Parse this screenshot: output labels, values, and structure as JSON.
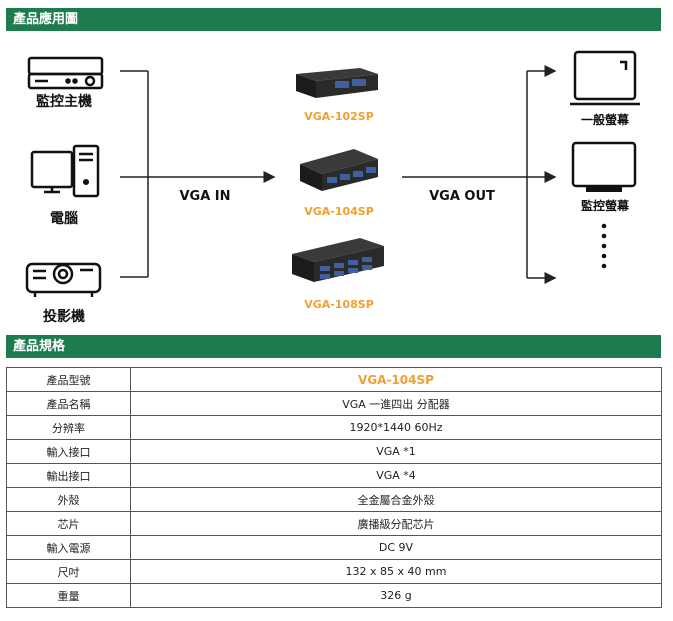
{
  "sections": {
    "application_title": "產品應用圖",
    "spec_title": "產品規格"
  },
  "sources": [
    "監控主機",
    "電腦",
    "投影機"
  ],
  "input_label": "VGA IN",
  "output_label": "VGA OUT",
  "models": [
    "VGA-102SP",
    "VGA-104SP",
    "VGA-108SP"
  ],
  "outputs": [
    "一般螢幕",
    "監控螢幕"
  ],
  "colors": {
    "header_bg": "#1e7a4f",
    "accent": "#f0a030"
  },
  "specs": [
    {
      "key": "產品型號",
      "value": "VGA-104SP"
    },
    {
      "key": "產品名稱",
      "value": "VGA 一進四出 分配器"
    },
    {
      "key": "分辨率",
      "value": "1920*1440 60Hz"
    },
    {
      "key": "輸入接口",
      "value": "VGA *1"
    },
    {
      "key": "輸出接口",
      "value": "VGA *4"
    },
    {
      "key": "外殼",
      "value": "全金屬合金外殼"
    },
    {
      "key": "芯片",
      "value": "廣播級分配芯片"
    },
    {
      "key": "輸入電源",
      "value": "DC 9V"
    },
    {
      "key": "尺吋",
      "value": "132 x 85 x 40 mm"
    },
    {
      "key": "重量",
      "value": "326 g"
    }
  ]
}
